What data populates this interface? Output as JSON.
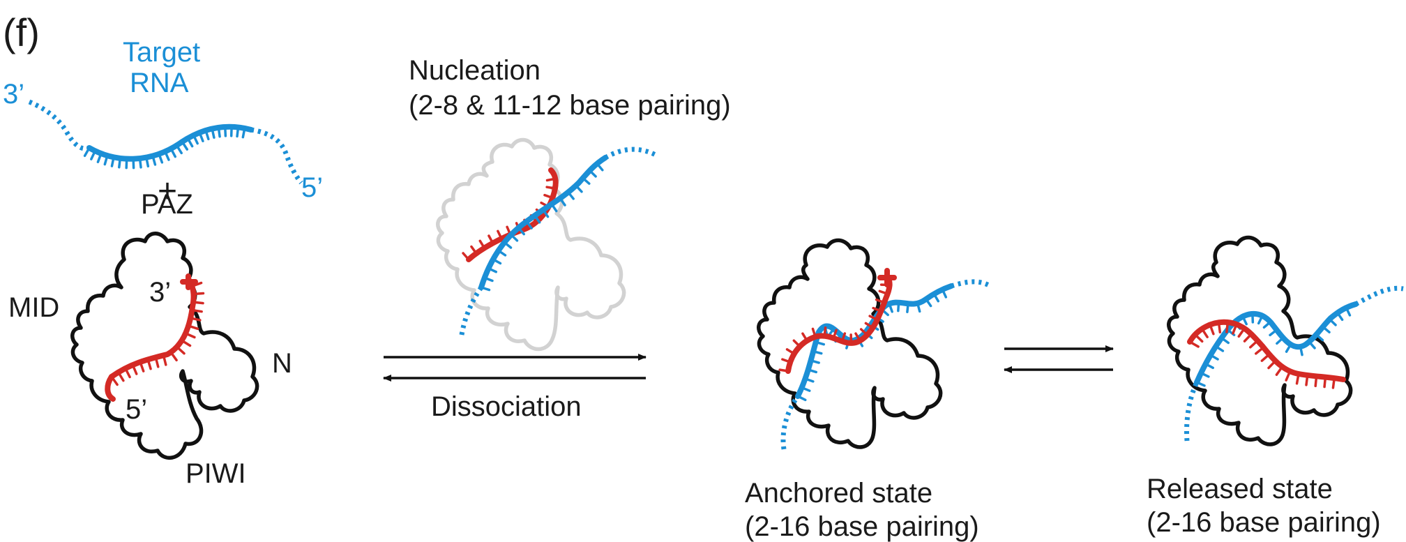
{
  "panel_label": "(f)",
  "colors": {
    "target_rna": "#1b8fd6",
    "guide_rna": "#d42a25",
    "protein_outline": "#111111",
    "faded_outline": "#d2d2d2"
  },
  "target_rna": {
    "title_line1": "Target",
    "title_line2": "RNA",
    "end_3": "3’",
    "end_5": "5’"
  },
  "plus_sign": "+",
  "argonaute": {
    "domain_paz": "PAZ",
    "domain_mid": "MID",
    "domain_n": "N",
    "domain_piwi": "PIWI",
    "guide_end_3": "3’",
    "guide_end_5": "5’"
  },
  "nucleation": {
    "line1": "Nucleation",
    "line2": "(2-8 & 11-12 base pairing)"
  },
  "dissociation_label": "Dissociation",
  "anchored": {
    "line1": "Anchored state",
    "line2": "(2-16 base pairing)"
  },
  "released": {
    "line1": "Released state",
    "line2": "(2-16 base pairing)"
  }
}
